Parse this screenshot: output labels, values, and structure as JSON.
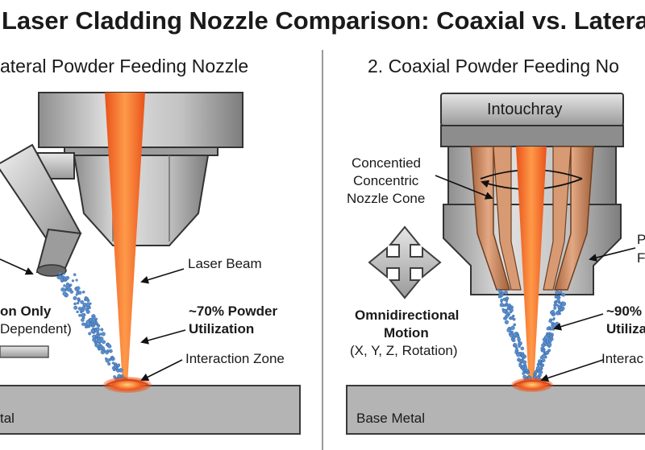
{
  "title": "Laser Cladding Nozzle Comparison: Coaxial vs. Lateral",
  "left_panel": {
    "heading": "ateral Powder Feeding Nozzle",
    "label_laser_beam": "Laser Beam",
    "label_direction_line1": "on Only",
    "label_direction_line2": "Dependent)",
    "label_utilization_line1": "~70% Powder",
    "label_utilization_line2": "Utilization",
    "label_interaction_zone": "Interaction Zone",
    "label_base_metal": "tal"
  },
  "right_panel": {
    "heading": "2. Coaxial Powder Feeding No",
    "brand_label": "Intouchray",
    "label_cone_line1": "Concentied",
    "label_cone_line2": "Concentric",
    "label_cone_line3": "Nozzle Cone",
    "label_motion_line1": "Omnidirectional",
    "label_motion_line2": "Motion",
    "label_motion_line3": "(X, Y, Z, Rotation)",
    "label_powder_line1": "P",
    "label_powder_line2": "F",
    "label_utilization_line1": "~90%",
    "label_utilization_line2": "Utiliza",
    "label_interaction_zone": "Interac",
    "label_base_metal": "Base Metal"
  },
  "icons": {
    "motion_arrows": "four-way-arrow-icon",
    "rotation_arrow": "rotation-arrow-icon"
  },
  "colors": {
    "laser": "#f26522",
    "laser_core": "#ffb070",
    "powder": "#5a8fd0",
    "steel": "#b8b8b8",
    "copper": "#c98a62",
    "base_metal": "#b4b4b4",
    "melt_pool": "#f0571c"
  }
}
